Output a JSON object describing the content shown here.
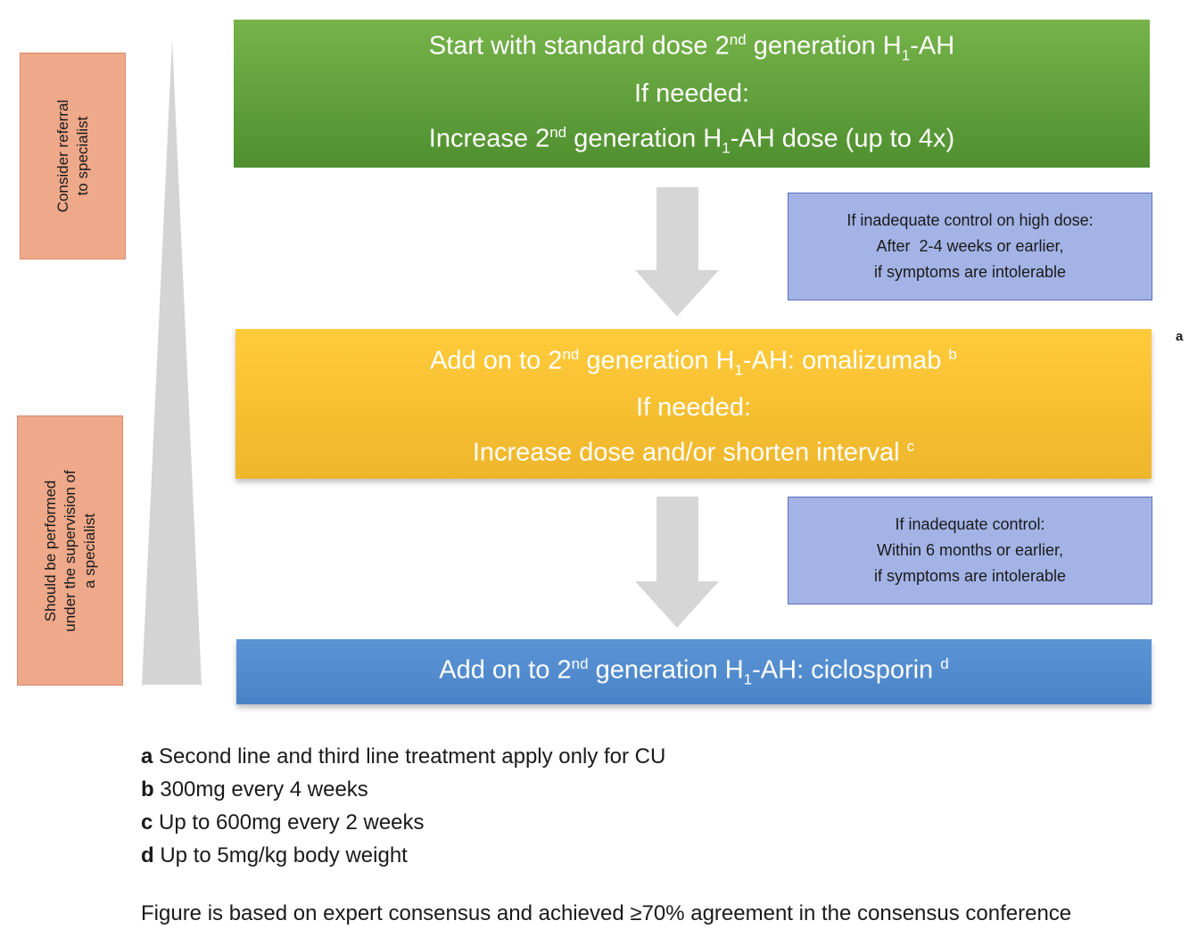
{
  "side_labels": {
    "referral": {
      "line1": "Consider referral",
      "line2": "to specialist"
    },
    "supervision": {
      "line1": "Should be performed",
      "line2": "under the supervision of",
      "line3": "a specialist"
    }
  },
  "steps": {
    "first": {
      "line1_pre": "Start with standard dose 2",
      "line1_sup": "nd",
      "line1_post": " generation H",
      "line1_sub": "1",
      "line1_end": "-AH",
      "line2": "If needed:",
      "line3_pre": "Increase 2",
      "line3_sup": "nd",
      "line3_post": " generation H",
      "line3_sub": "1",
      "line3_end": "-AH dose (up to 4x)"
    },
    "second": {
      "line1_pre": "Add on to 2",
      "line1_sup": "nd",
      "line1_post": " generation H",
      "line1_sub": "1",
      "line1_end": "-AH: omalizumab ",
      "line1_mark": "b",
      "line2": "If needed:",
      "line3": "Increase dose and/or shorten interval ",
      "line3_mark": "c"
    },
    "third": {
      "line1_pre": "Add on to 2",
      "line1_sup": "nd",
      "line1_post": " generation H",
      "line1_sub": "1",
      "line1_end": "-AH: ciclosporin ",
      "line1_mark": "d"
    }
  },
  "notes": {
    "first": {
      "line1": "If inadequate control on high dose:",
      "line2": "After  2-4 weeks or earlier,",
      "line3": "if symptoms are intolerable"
    },
    "second": {
      "line1": "If inadequate control:",
      "line2": "Within 6 months or earlier,",
      "line3": "if symptoms are intolerable"
    }
  },
  "floating_mark": "a",
  "footnotes": [
    {
      "key": "a",
      "text": " Second line and third line treatment apply only for CU"
    },
    {
      "key": "b",
      "text": " 300mg every 4 weeks"
    },
    {
      "key": "c",
      "text": " Up to 600mg every 2 weeks"
    },
    {
      "key": "d",
      "text": " Up to 5mg/kg body weight"
    }
  ],
  "consensus": "Figure is based on expert consensus and achieved ≥70% agreement in the consensus conference",
  "colors": {
    "green": "#5e9e38",
    "yellow": "#f6c233",
    "blue": "#5390d3",
    "note_fill": "#a3b3e6",
    "side_fill": "#eea88a",
    "arrow": "#d6d6d6",
    "wedge": "#d4d4d4"
  }
}
